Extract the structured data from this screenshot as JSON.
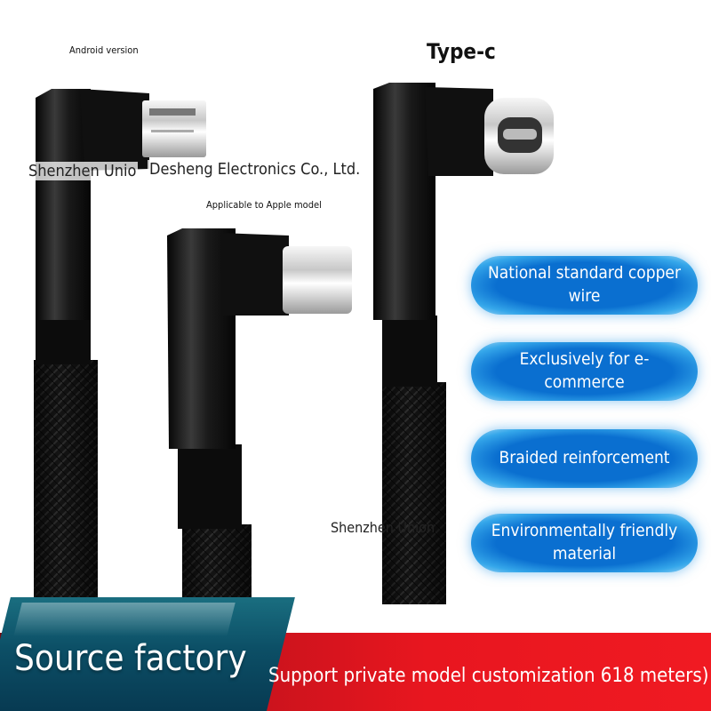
{
  "labels": {
    "android": "Android version",
    "apple": "Applicable to Apple model",
    "typec": "Type-c"
  },
  "watermarks": {
    "company_left": "Shenzhen Unio",
    "company_right": "Desheng Electronics Co., Ltd.",
    "company_bottom": "Shenzhen Union"
  },
  "features": [
    "National standard copper wire",
    "Exclusively for e-commerce",
    "Braided reinforcement",
    "Environmentally friendly material"
  ],
  "banner": {
    "source": "Source factory",
    "support": "Support private model customization 618 meters)"
  },
  "colors": {
    "pill_blue": "#0a6fd0",
    "banner_red": "#e8161f",
    "banner_teal": "#0c4f66",
    "cable_black": "#111111"
  }
}
